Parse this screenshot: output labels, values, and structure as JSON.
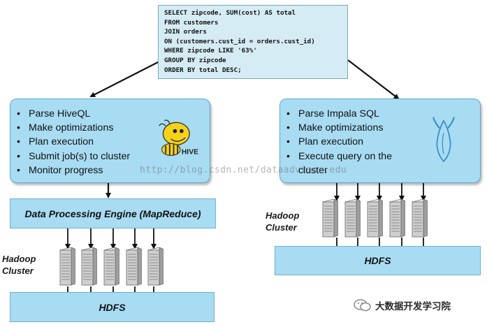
{
  "sql": {
    "lines": [
      "SELECT zipcode, SUM(cost) AS total",
      "FROM customers",
      "JOIN orders",
      "ON (customers.cust_id = orders.cust_id)",
      "WHERE zipcode LIKE '63%'",
      "GROUP BY zipcode",
      "ORDER BY total DESC;"
    ]
  },
  "hive": {
    "steps": [
      "Parse HiveQL",
      "Make optimizations",
      "Plan execution",
      "Submit job(s) to cluster",
      "Monitor progress"
    ],
    "logo_text": "HIVE",
    "engine_label": "Data Processing Engine (MapReduce)",
    "cluster_label": [
      "Hadoop",
      "Cluster"
    ],
    "storage_label": "HDFS"
  },
  "impala": {
    "steps": [
      "Parse Impala SQL",
      "Make optimizations",
      "Plan execution",
      "Execute query on the cluster"
    ],
    "cluster_label": [
      "Hadoop",
      "Cluster"
    ],
    "storage_label": "HDFS"
  },
  "watermark": "http://blog.csdn.net/dataadvisor.edu",
  "footer": {
    "text": "大数据开发学习院",
    "icon": "wechat-icon"
  },
  "colors": {
    "panel": "#a8dcf3",
    "sql_box": "#d6ecf4",
    "border": "#5fa8cf",
    "arrow": "#111111"
  }
}
